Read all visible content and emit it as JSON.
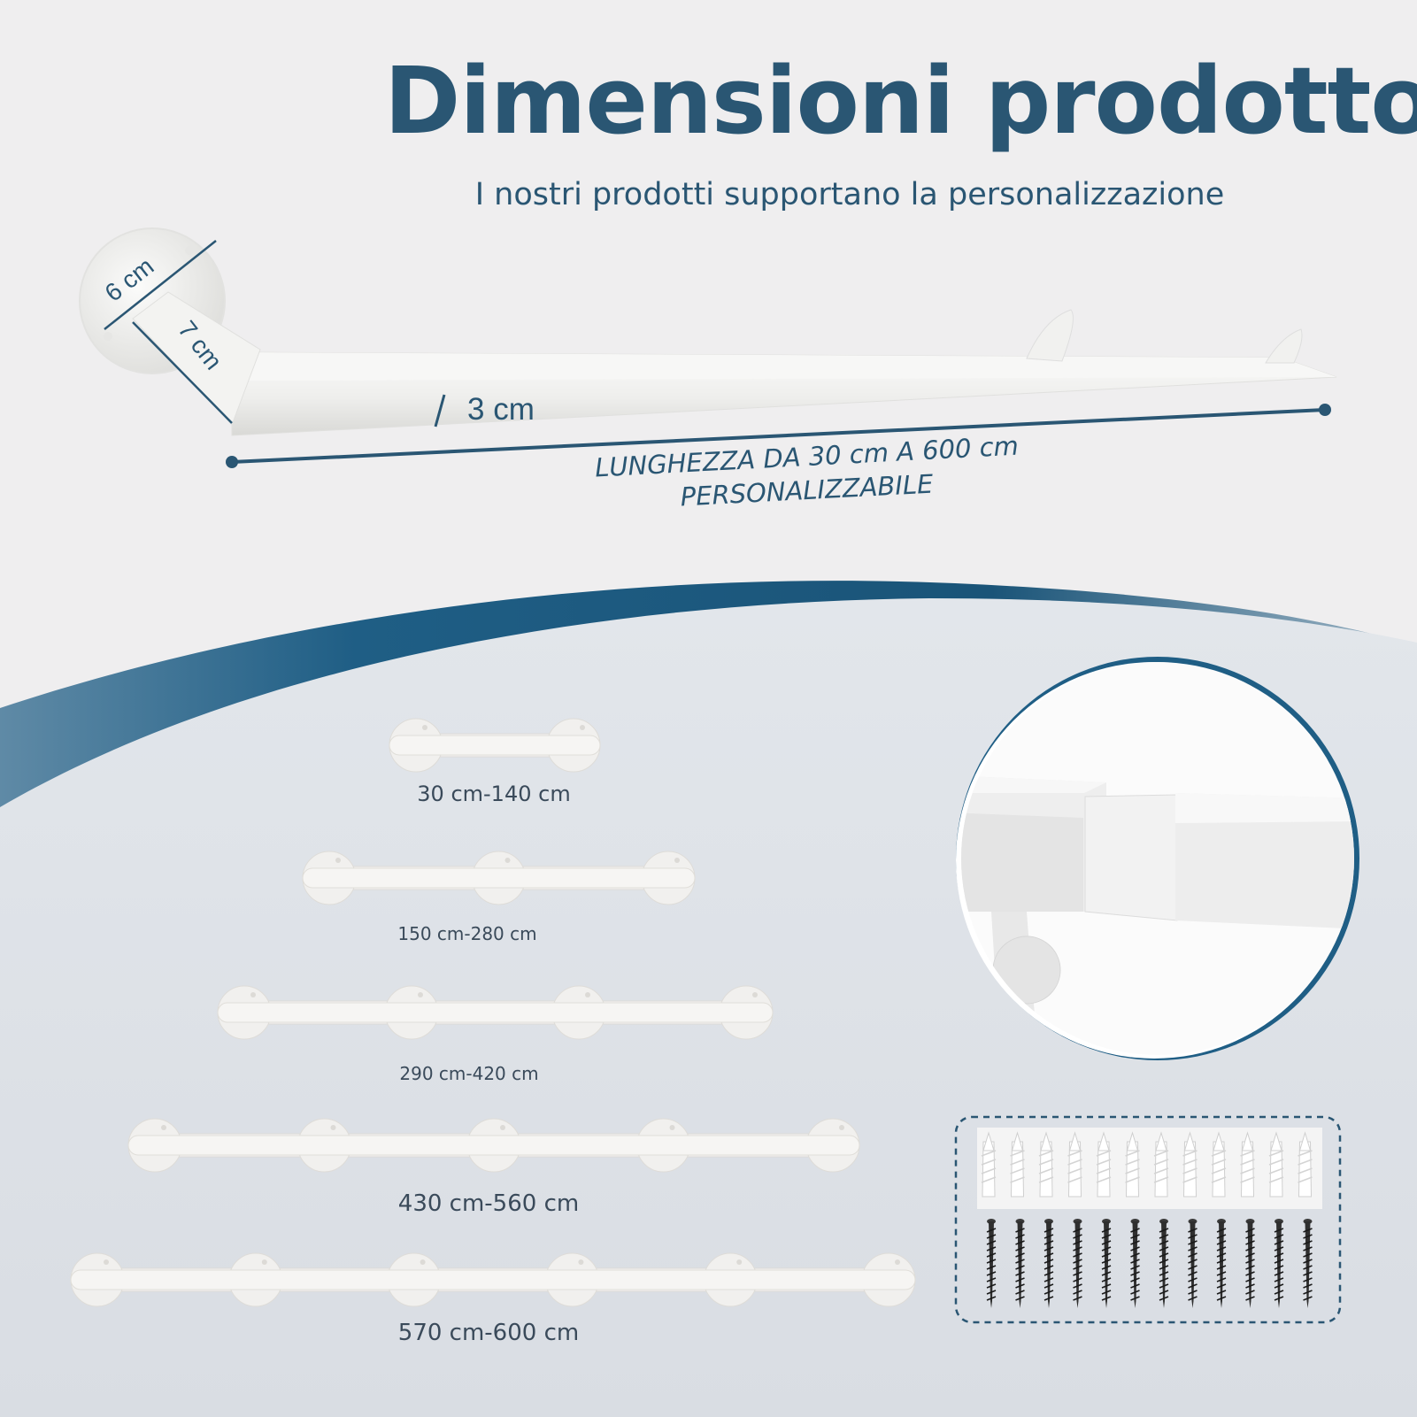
{
  "header": {
    "title": "Dimensioni prodotto",
    "subtitle": "I nostri prodotti supportano la personalizzazione"
  },
  "dimensions": {
    "plate_diameter": "6 cm",
    "arm_length": "7 cm",
    "bar_thickness": "3 cm",
    "length_line1": "LUNGHEZZA DA 30 cm A 600 cm",
    "length_line2": "PERSONALIZZABILE"
  },
  "variants": [
    {
      "label": "30 cm-140 cm",
      "supports": 2
    },
    {
      "label": "150 cm-280 cm",
      "supports": 3
    },
    {
      "label": "290 cm-420 cm",
      "supports": 4
    },
    {
      "label": "430 cm-560 cm",
      "supports": 5
    },
    {
      "label": "570 cm-600 cm",
      "supports": 6
    }
  ],
  "hardware": {
    "wall_plugs": 12,
    "screws": 12
  },
  "colors": {
    "primary": "#2a5673",
    "accent_curve": "#1f5e85",
    "background_top": "#efeeef",
    "background_bottom": "#dfe3e8",
    "product_white": "#f5f5f4",
    "label_text": "#3a4a5a"
  }
}
